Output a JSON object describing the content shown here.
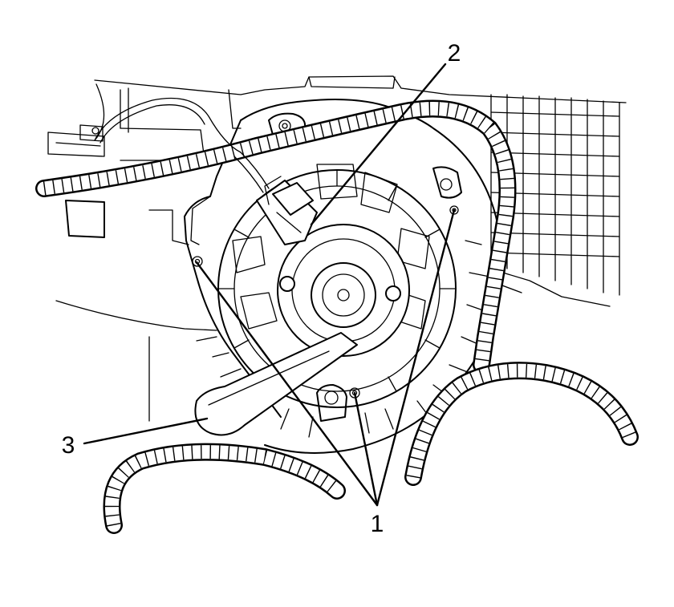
{
  "diagram": {
    "callouts": [
      {
        "id": "1",
        "label": "1"
      },
      {
        "id": "2",
        "label": "2"
      },
      {
        "id": "3",
        "label": "3"
      }
    ],
    "line_color": "#000000",
    "background": "#ffffff"
  }
}
